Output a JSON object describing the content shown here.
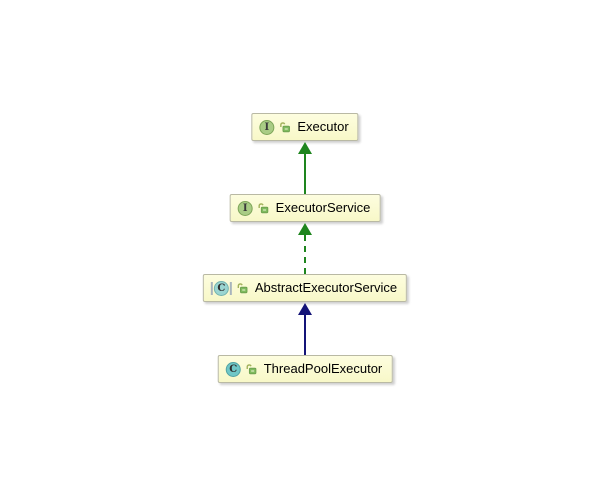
{
  "diagram": {
    "description": "UML class hierarchy diagram of Java executor classes",
    "background": "#ffffff",
    "nodes": [
      {
        "label": "Executor",
        "stereotype": "interface",
        "icon_letter": "I"
      },
      {
        "label": "ExecutorService",
        "stereotype": "interface",
        "icon_letter": "I"
      },
      {
        "label": "AbstractExecutorService",
        "stereotype": "abstract-class",
        "icon_letter": "C"
      },
      {
        "label": "ThreadPoolExecutor",
        "stereotype": "class",
        "icon_letter": "C"
      }
    ],
    "edges": [
      {
        "from": "ExecutorService",
        "to": "Executor",
        "relation": "extends",
        "line": "solid",
        "color": "#1e851e"
      },
      {
        "from": "AbstractExecutorService",
        "to": "ExecutorService",
        "relation": "implements",
        "line": "dashed",
        "color": "#1e851e"
      },
      {
        "from": "ThreadPoolExecutor",
        "to": "AbstractExecutorService",
        "relation": "extends",
        "line": "solid",
        "color": "#141478"
      }
    ],
    "colors": {
      "node_fill": "#fafad0",
      "node_border": "#b9b9a4",
      "interface_icon": "#a9cc85",
      "class_icon": "#6fc7c7",
      "arrow_green": "#1e851e",
      "arrow_navy": "#141478"
    }
  }
}
